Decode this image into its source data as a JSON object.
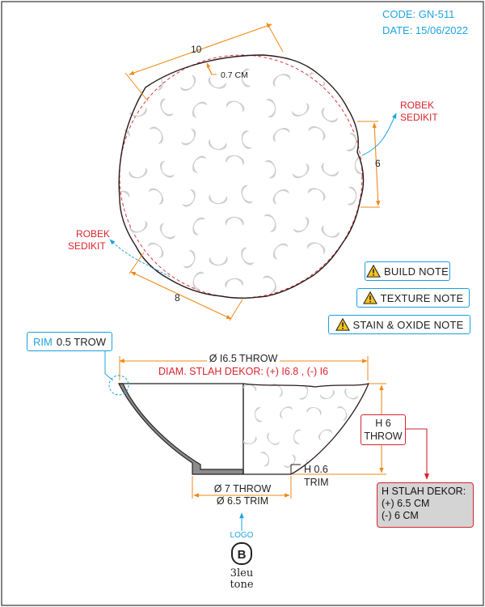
{
  "header": {
    "code": "CODE: GN-511",
    "date": "DATE: 15/06/2022"
  },
  "top_view": {
    "dim_top": "10",
    "dim_offset": "0.7 CM",
    "dim_right": "6",
    "dim_bottom": "8",
    "robek_right": [
      "ROBEK",
      "SEDIKIT"
    ],
    "robek_left": [
      "ROBEK",
      "SEDIKIT"
    ]
  },
  "notes": {
    "build": "BUILD NOTE",
    "texture": "TEXTURE NOTE",
    "stain": "STAIN & OXIDE NOTE"
  },
  "side_view": {
    "rim_prefix": "RIM",
    "rim_value": "0.5 TROW",
    "diam_throw": "Ø I6.5 THROW",
    "diam_dekor": "DIAM. STLAH DEKOR: (+) I6.8 , (-) I6",
    "h_throw": [
      "H 6",
      "THROW"
    ],
    "h_trim": [
      "H 0.6",
      "TRIM"
    ],
    "foot_throw": "Ø 7 THROW",
    "foot_trim": "Ø 6.5 TRIM",
    "dekor_box": [
      "H STLAH DEKOR:",
      "(+) 6.5 CM",
      "(-) 6 CM"
    ]
  },
  "logo": {
    "label": "LOGO",
    "brand_line1": "3leu",
    "brand_line2": "tone",
    "mark": "B"
  },
  "colors": {
    "orange": "#ef8a17",
    "blue": "#1fa3e0",
    "red": "#d9232e",
    "grey": "#8c8c8c",
    "frame": "#333333"
  }
}
